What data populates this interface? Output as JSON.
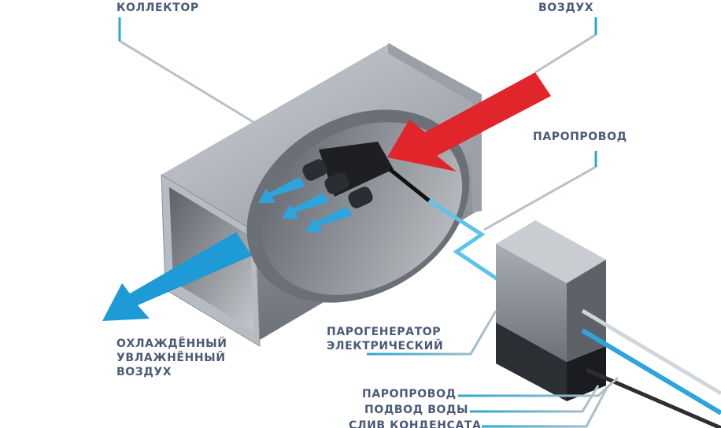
{
  "labels": {
    "collector": "КОЛЛЕКТОР",
    "air_in": "ВОЗДУХ",
    "steam_pipe_top": "ПАРОПРОВОД",
    "cooled_air": [
      "ОХЛАЖДЁННЫЙ",
      "УВЛАЖНЁННЫЙ",
      "ВОЗДУХ"
    ],
    "steam_generator": [
      "ПАРОГЕНЕРАТОР",
      "ЭЛЕКТРИЧЕСКИЙ"
    ],
    "steam_pipe": "ПАРОПРОВОД",
    "water_supply": "ПОДВОД ВОДЫ",
    "condensate_drain": "СЛИВ КОНДЕНСАТА"
  },
  "colors": {
    "text": "#4b5a78",
    "accent": "#2aa7d0",
    "hot_air": "#e0262a",
    "cool_air": "#1e9ad6",
    "leader": "#b8c0c8"
  }
}
